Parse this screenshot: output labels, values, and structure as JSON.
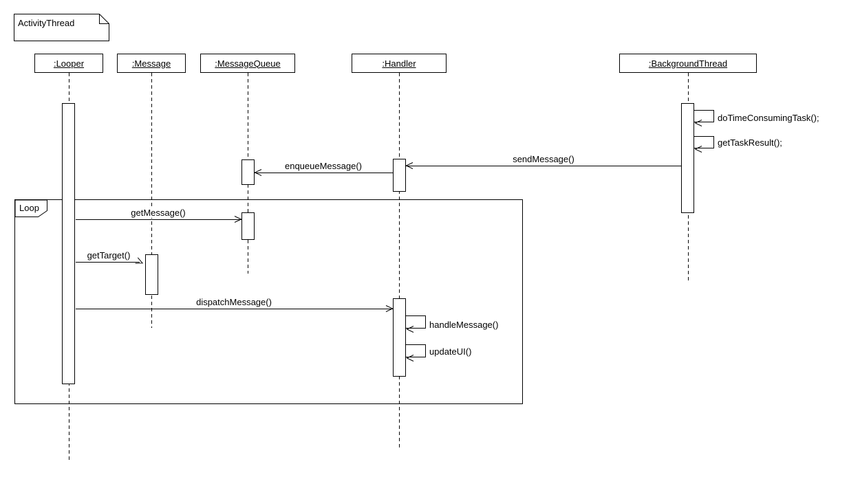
{
  "diagram": {
    "type": "uml-sequence-diagram",
    "title_note": "ActivityThread",
    "fragment": {
      "operator": "Loop"
    },
    "lifelines": [
      {
        "label": ":Looper"
      },
      {
        "label": ":Message"
      },
      {
        "label": ":MessageQueue"
      },
      {
        "label": ":Handler"
      },
      {
        "label": ":BackgroundThread"
      }
    ],
    "messages": [
      {
        "id": "do_time_consuming_task",
        "label": "doTimeConsumingTask();",
        "kind": "self",
        "from": ":BackgroundThread",
        "to": ":BackgroundThread"
      },
      {
        "id": "get_task_result",
        "label": "getTaskResult();",
        "kind": "self",
        "from": ":BackgroundThread",
        "to": ":BackgroundThread"
      },
      {
        "id": "send_message",
        "label": "sendMessage()",
        "kind": "call",
        "from": ":BackgroundThread",
        "to": ":Handler"
      },
      {
        "id": "enqueue_message",
        "label": "enqueueMessage()",
        "kind": "call",
        "from": ":Handler",
        "to": ":MessageQueue"
      },
      {
        "id": "get_message",
        "label": "getMessage()",
        "kind": "call",
        "from": ":Looper",
        "to": ":MessageQueue"
      },
      {
        "id": "get_target",
        "label": "getTarget()",
        "kind": "call",
        "from": ":Looper",
        "to": ":Message"
      },
      {
        "id": "dispatch_message",
        "label": "dispatchMessage()",
        "kind": "call",
        "from": ":Looper",
        "to": ":Handler"
      },
      {
        "id": "handle_message",
        "label": "handleMessage()",
        "kind": "self",
        "from": ":Handler",
        "to": ":Handler"
      },
      {
        "id": "update_ui",
        "label": "updateUI()",
        "kind": "self",
        "from": ":Handler",
        "to": ":Handler"
      }
    ],
    "colors": {
      "line": "#000000",
      "background": "#ffffff",
      "fill": "#ffffff"
    }
  }
}
